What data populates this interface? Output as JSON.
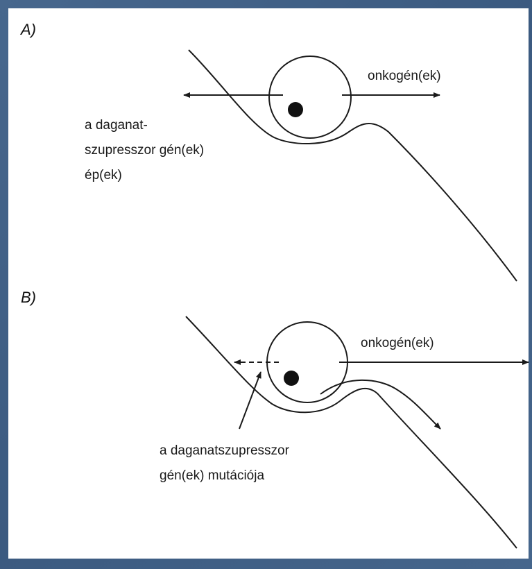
{
  "panel_a": {
    "label": "A)",
    "oncogene_label": "onkogén(ek)",
    "suppressor_label_lines": [
      "a daganat-",
      "szupresszor gén(ek)",
      "ép(ek)"
    ]
  },
  "panel_b": {
    "label": "B)",
    "oncogene_label": "onkogén(ek)",
    "mutation_label_lines": [
      "a daganatszupresszor",
      "gén(ek) mutációja"
    ]
  },
  "colors": {
    "background": "#3f5e84",
    "panel": "#ffffff",
    "ink": "#1a1a1a"
  }
}
